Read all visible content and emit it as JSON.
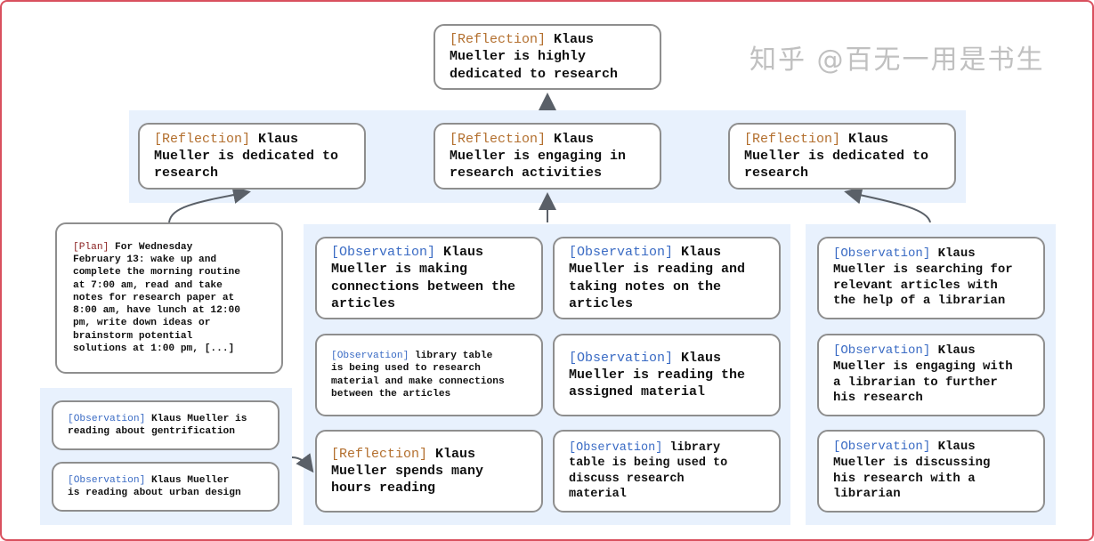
{
  "colors": {
    "reflection": "#b36f2e",
    "observation": "#3a6bc4",
    "plan": "#8a2020",
    "panel": "#e8f1fd",
    "border": "#d9505e"
  },
  "top": {
    "tag": "[Reflection]",
    "text": "Klaus Mueller is highly dedicated to research"
  },
  "reflections": [
    {
      "tag": "[Reflection]",
      "text": "Klaus Mueller is dedicated to research"
    },
    {
      "tag": "[Reflection]",
      "text": "Klaus Mueller is engaging in research activities"
    },
    {
      "tag": "[Reflection]",
      "text": "Klaus Mueller is dedicated to research"
    }
  ],
  "plan": {
    "tag": "[Plan]",
    "text": "For Wednesday February 13: wake up and complete the morning routine at 7:00 am, read and take notes for research paper at 8:00 am, have lunch at 12:00 pm, write down ideas or brainstorm potential solutions at 1:00 pm, [...]"
  },
  "left": [
    {
      "tag": "[Observation]",
      "text": "Klaus Mueller is reading about gentrification"
    },
    {
      "tag": "[Observation]",
      "text": "Klaus Mueller is reading about urban design"
    }
  ],
  "middle": [
    {
      "tag": "[Observation]",
      "text": "Klaus Mueller is making connections between the articles"
    },
    {
      "tag": "[Observation]",
      "text": "Klaus Mueller is reading and taking notes on the articles"
    },
    {
      "tag": "[Observation]",
      "text": "library table is being used to research material and make connections between the articles"
    },
    {
      "tag": "[Observation]",
      "text": "Klaus Mueller is reading the assigned material"
    },
    {
      "tag": "[Reflection]",
      "text": "Klaus Mueller spends many hours reading"
    },
    {
      "tag": "[Observation]",
      "text": "library table is being used to discuss research material"
    }
  ],
  "right": [
    {
      "tag": "[Observation]",
      "text": "Klaus Mueller is searching for relevant articles with the help of a librarian"
    },
    {
      "tag": "[Observation]",
      "text": "Klaus Mueller is engaging with a librarian to further his research"
    },
    {
      "tag": "[Observation]",
      "text": "Klaus Mueller is discussing his research with a librarian"
    }
  ],
  "watermark": "知乎 @百无一用是书生"
}
